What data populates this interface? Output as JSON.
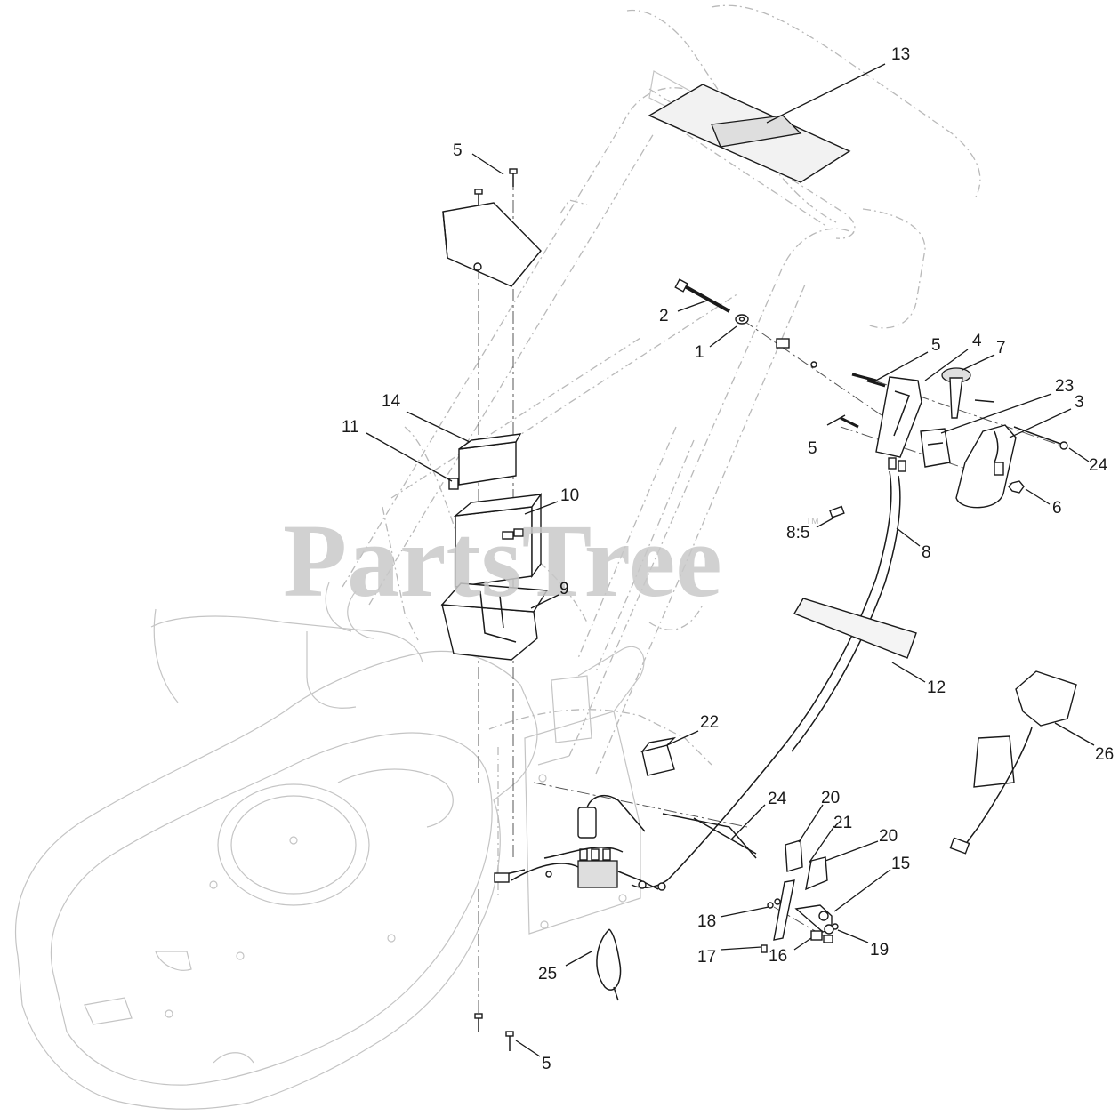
{
  "watermark": {
    "brand": "PartsTree",
    "trademark": "TM"
  },
  "callouts": [
    {
      "id": "c13",
      "label": "13"
    },
    {
      "id": "c5a",
      "label": "5"
    },
    {
      "id": "c2",
      "label": "2"
    },
    {
      "id": "c1",
      "label": "1"
    },
    {
      "id": "c5b",
      "label": "5"
    },
    {
      "id": "c4",
      "label": "4"
    },
    {
      "id": "c7",
      "label": "7"
    },
    {
      "id": "c23",
      "label": "23"
    },
    {
      "id": "c3",
      "label": "3"
    },
    {
      "id": "c14",
      "label": "14"
    },
    {
      "id": "c11",
      "label": "11"
    },
    {
      "id": "c5c",
      "label": "5"
    },
    {
      "id": "c24a",
      "label": "24"
    },
    {
      "id": "c10",
      "label": "10"
    },
    {
      "id": "c6",
      "label": "6"
    },
    {
      "id": "c85",
      "label": "8:5"
    },
    {
      "id": "c8",
      "label": "8"
    },
    {
      "id": "c9",
      "label": "9"
    },
    {
      "id": "c12",
      "label": "12"
    },
    {
      "id": "c22",
      "label": "22"
    },
    {
      "id": "c26",
      "label": "26"
    },
    {
      "id": "c24b",
      "label": "24"
    },
    {
      "id": "c20a",
      "label": "20"
    },
    {
      "id": "c21",
      "label": "21"
    },
    {
      "id": "c20b",
      "label": "20"
    },
    {
      "id": "c15",
      "label": "15"
    },
    {
      "id": "c18",
      "label": "18"
    },
    {
      "id": "c17",
      "label": "17"
    },
    {
      "id": "c16",
      "label": "16"
    },
    {
      "id": "c19",
      "label": "19"
    },
    {
      "id": "c25",
      "label": "25"
    },
    {
      "id": "c5d",
      "label": "5"
    }
  ]
}
